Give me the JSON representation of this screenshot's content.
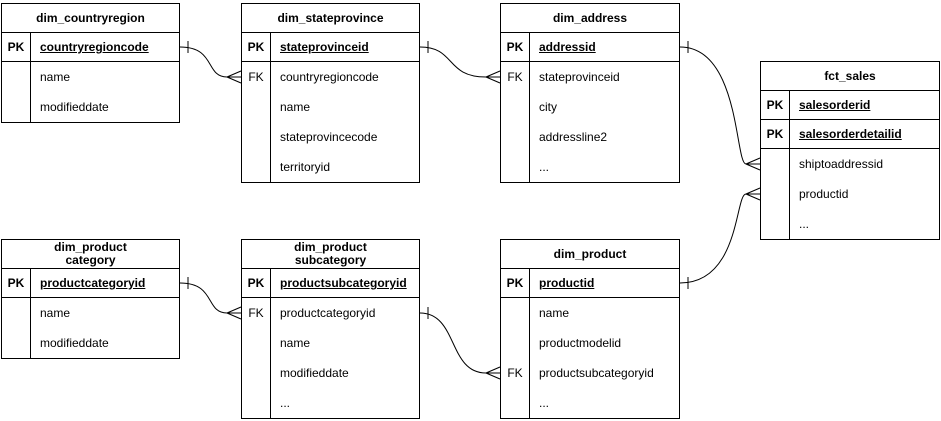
{
  "diagram": {
    "kind": "er-diagram",
    "background_color": "#ffffff",
    "stroke_color": "#000000",
    "text_color": "#000000",
    "tables": [
      {
        "name": "dim_countryregion",
        "title": "dim_countryregion",
        "rows": [
          {
            "key": "PK",
            "field": "countryregioncode",
            "is_pk": true
          },
          {
            "key": "",
            "field": "name",
            "is_pk": false
          },
          {
            "key": "",
            "field": "modifieddate",
            "is_pk": false
          }
        ]
      },
      {
        "name": "dim_stateprovince",
        "title": "dim_stateprovince",
        "rows": [
          {
            "key": "PK",
            "field": "stateprovinceid",
            "is_pk": true
          },
          {
            "key": "FK",
            "field": "countryregioncode",
            "is_pk": false
          },
          {
            "key": "",
            "field": "name",
            "is_pk": false
          },
          {
            "key": "",
            "field": "stateprovincecode",
            "is_pk": false
          },
          {
            "key": "",
            "field": "territoryid",
            "is_pk": false
          }
        ]
      },
      {
        "name": "dim_address",
        "title": "dim_address",
        "rows": [
          {
            "key": "PK",
            "field": "addressid",
            "is_pk": true
          },
          {
            "key": "FK",
            "field": "stateprovinceid",
            "is_pk": false
          },
          {
            "key": "",
            "field": "city",
            "is_pk": false
          },
          {
            "key": "",
            "field": "addressline2",
            "is_pk": false
          },
          {
            "key": "",
            "field": "...",
            "is_pk": false
          }
        ]
      },
      {
        "name": "fct_sales",
        "title": "fct_sales",
        "rows": [
          {
            "key": "PK",
            "field": "salesorderid",
            "is_pk": true
          },
          {
            "key": "PK",
            "field": "salesorderdetailid",
            "is_pk": true
          },
          {
            "key": "",
            "field": "shiptoaddressid",
            "is_pk": false
          },
          {
            "key": "",
            "field": "productid",
            "is_pk": false
          },
          {
            "key": "",
            "field": "...",
            "is_pk": false
          }
        ]
      },
      {
        "name": "dim_productcategory",
        "title": "dim_product\ncategory",
        "rows": [
          {
            "key": "PK",
            "field": "productcategoryid",
            "is_pk": true
          },
          {
            "key": "",
            "field": "name",
            "is_pk": false
          },
          {
            "key": "",
            "field": "modifieddate",
            "is_pk": false
          }
        ]
      },
      {
        "name": "dim_productsubcategory",
        "title": "dim_product\nsubcategory",
        "rows": [
          {
            "key": "PK",
            "field": "productsubcategoryid",
            "is_pk": true
          },
          {
            "key": "FK",
            "field": "productcategoryid",
            "is_pk": false
          },
          {
            "key": "",
            "field": "name",
            "is_pk": false
          },
          {
            "key": "",
            "field": "modifieddate",
            "is_pk": false
          },
          {
            "key": "",
            "field": "...",
            "is_pk": false
          }
        ]
      },
      {
        "name": "dim_product",
        "title": "dim_product",
        "rows": [
          {
            "key": "PK",
            "field": "productid",
            "is_pk": true
          },
          {
            "key": "",
            "field": "name",
            "is_pk": false
          },
          {
            "key": "",
            "field": "productmodelid",
            "is_pk": false
          },
          {
            "key": "FK",
            "field": "productsubcategoryid",
            "is_pk": false
          },
          {
            "key": "",
            "field": "...",
            "is_pk": false
          }
        ]
      }
    ],
    "relationships": [
      {
        "from_table": "dim_countryregion",
        "from_field": "countryregioncode",
        "to_table": "dim_stateprovince",
        "to_field": "countryregioncode",
        "from_cardinality": "one",
        "to_cardinality": "many"
      },
      {
        "from_table": "dim_stateprovince",
        "from_field": "stateprovinceid",
        "to_table": "dim_address",
        "to_field": "stateprovinceid",
        "from_cardinality": "one",
        "to_cardinality": "many"
      },
      {
        "from_table": "dim_address",
        "from_field": "addressid",
        "to_table": "fct_sales",
        "to_field": "shiptoaddressid",
        "from_cardinality": "one",
        "to_cardinality": "many"
      },
      {
        "from_table": "dim_product",
        "from_field": "productid",
        "to_table": "fct_sales",
        "to_field": "productid",
        "from_cardinality": "one",
        "to_cardinality": "many"
      },
      {
        "from_table": "dim_productcategory",
        "from_field": "productcategoryid",
        "to_table": "dim_productsubcategory",
        "to_field": "productcategoryid",
        "from_cardinality": "one",
        "to_cardinality": "many"
      },
      {
        "from_table": "dim_productsubcategory",
        "from_field": "productsubcategoryid",
        "to_table": "dim_product",
        "to_field": "productsubcategoryid",
        "from_cardinality": "one",
        "to_cardinality": "many"
      }
    ]
  }
}
